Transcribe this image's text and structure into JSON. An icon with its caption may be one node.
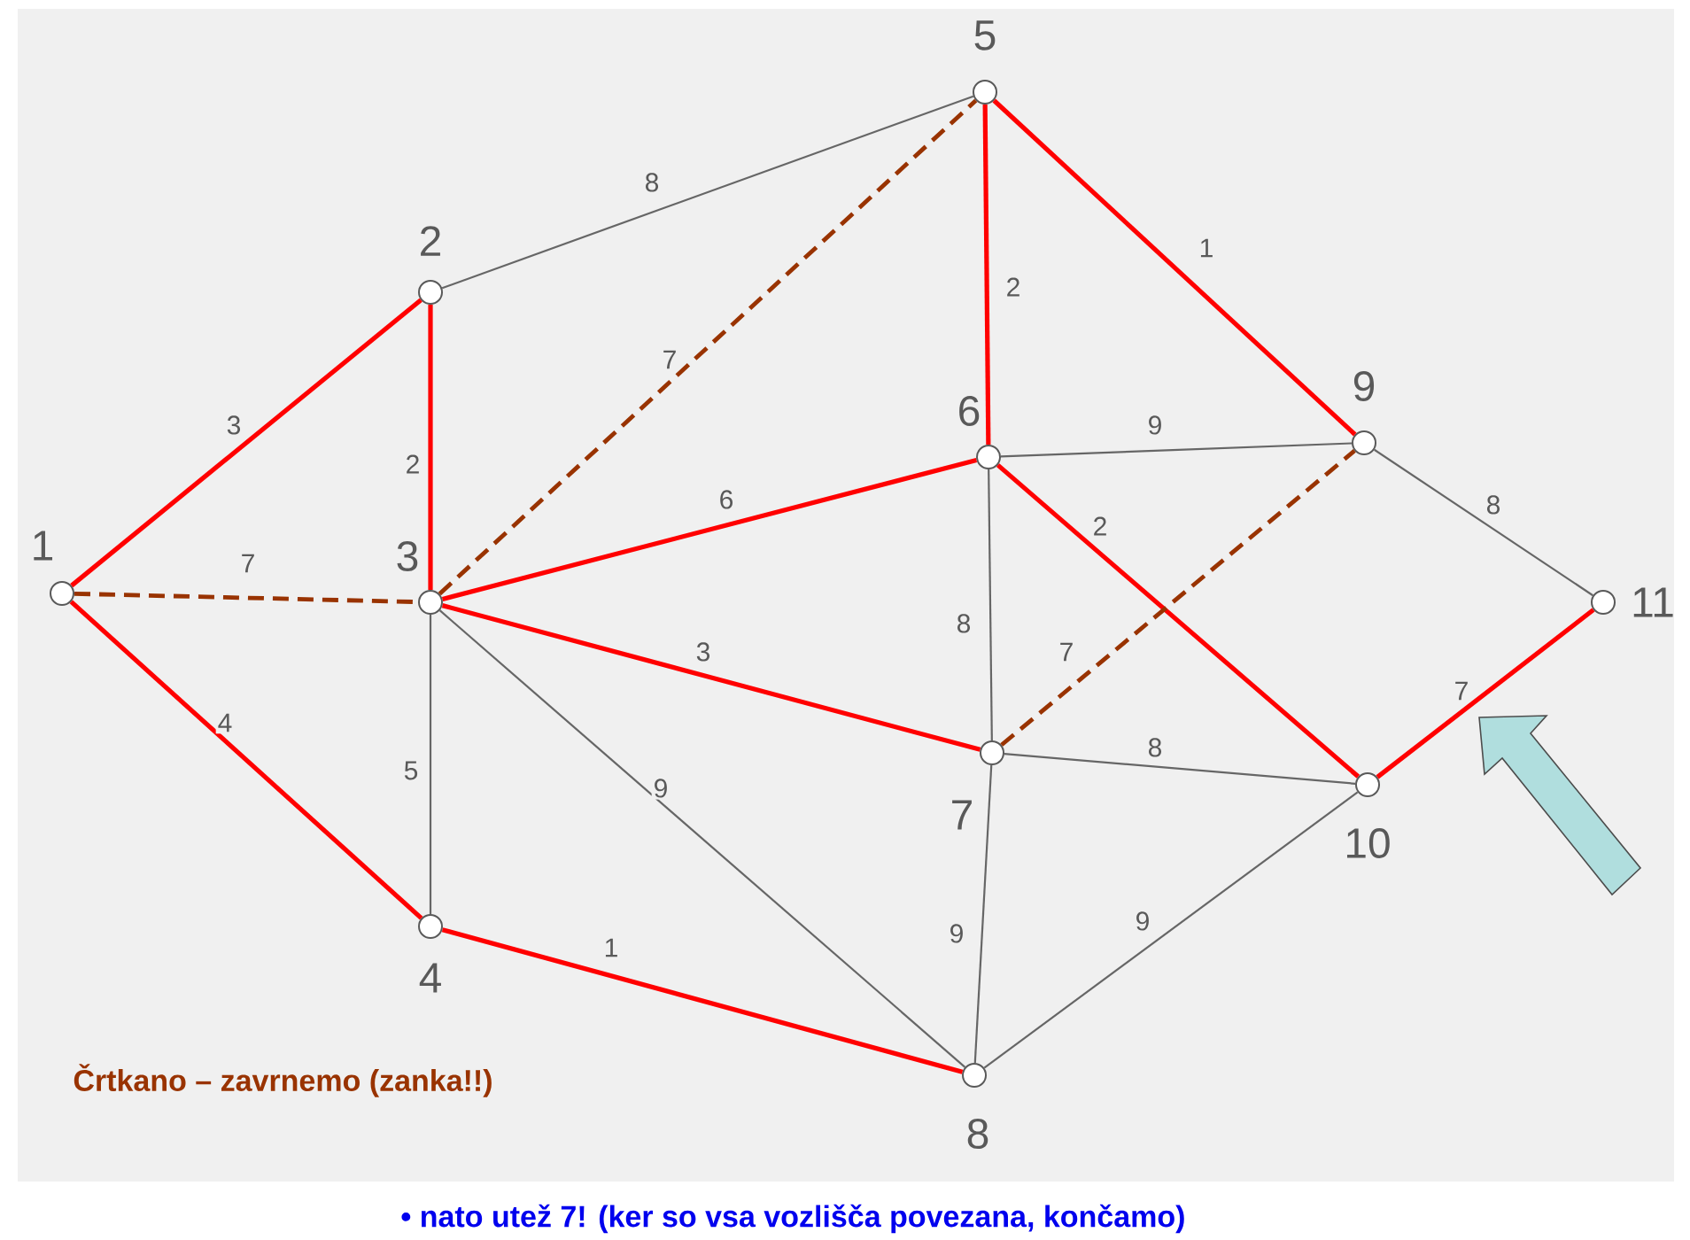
{
  "diagram": {
    "nodes": [
      {
        "text": [
          "1"
        ]
      },
      {
        "text": [
          "2"
        ]
      },
      {
        "text": [
          "3"
        ]
      },
      {
        "text": [
          "4"
        ]
      },
      {
        "text": [
          "5"
        ]
      },
      {
        "text": [
          "6"
        ]
      },
      {
        "text": [
          "7"
        ]
      },
      {
        "text": [
          "8"
        ]
      },
      {
        "text": [
          "9"
        ]
      },
      {
        "text": [
          "10"
        ]
      },
      {
        "text": [
          "11"
        ]
      }
    ],
    "edges": [
      {
        "from": 0,
        "to": 1,
        "arrow": "none",
        "label": "3"
      },
      {
        "from": 0,
        "to": 2,
        "arrow": "none",
        "label": "7",
        "color": "#993300",
        "style": "dashed"
      },
      {
        "from": 0,
        "to": 3,
        "arrow": "none",
        "label": "4"
      },
      {
        "from": 1,
        "to": 2,
        "arrow": "none",
        "label": "2"
      },
      {
        "from": 1,
        "to": 4,
        "arrow": "none",
        "label": "8",
        "color": "#666666"
      },
      {
        "from": 2,
        "to": 4,
        "arrow": "none",
        "label": "7",
        "color": "#993300",
        "style": "dashed"
      },
      {
        "from": 2,
        "to": 5,
        "arrow": "none",
        "label": "6"
      },
      {
        "from": 2,
        "to": 6,
        "arrow": "none",
        "label": "3"
      },
      {
        "from": 2,
        "to": 3,
        "arrow": "none",
        "label": "5",
        "color": "#666666"
      },
      {
        "from": 2,
        "to": 7,
        "arrow": "none",
        "label": "9",
        "color": "#666666"
      },
      {
        "from": 4,
        "to": 5,
        "arrow": "none",
        "label": "2"
      },
      {
        "from": 4,
        "to": 8,
        "arrow": "none",
        "label": "1"
      },
      {
        "from": 5,
        "to": 8,
        "arrow": "none",
        "label": "9",
        "color": "#666666"
      },
      {
        "from": 5,
        "to": 6,
        "arrow": "none",
        "label": "8",
        "color": "#666666"
      },
      {
        "from": 5,
        "to": 9,
        "arrow": "none",
        "label": "2"
      },
      {
        "from": 6,
        "to": 8,
        "arrow": "none",
        "label": "7",
        "color": "#993300",
        "style": "dashed"
      },
      {
        "from": 6,
        "to": 9,
        "arrow": "none",
        "label": "8",
        "color": "#666666"
      },
      {
        "from": 6,
        "to": 7,
        "arrow": "none",
        "label": "9",
        "color": "#666666"
      },
      {
        "from": 3,
        "to": 7,
        "arrow": "none",
        "label": "1"
      },
      {
        "from": 7,
        "to": 9,
        "arrow": "none",
        "label": "9",
        "color": "#666666"
      },
      {
        "from": 8,
        "to": 10,
        "arrow": "none",
        "label": "8",
        "color": "#666666"
      },
      {
        "from": 9,
        "to": 10,
        "arrow": "none",
        "label": "7"
      }
    ],
    "labels": [
      "Črtkano – zavrnemo (zanka!!)",
      "• nato utež 7! (ker so vsa vozlišča povezana, končamo)"
    ]
  }
}
